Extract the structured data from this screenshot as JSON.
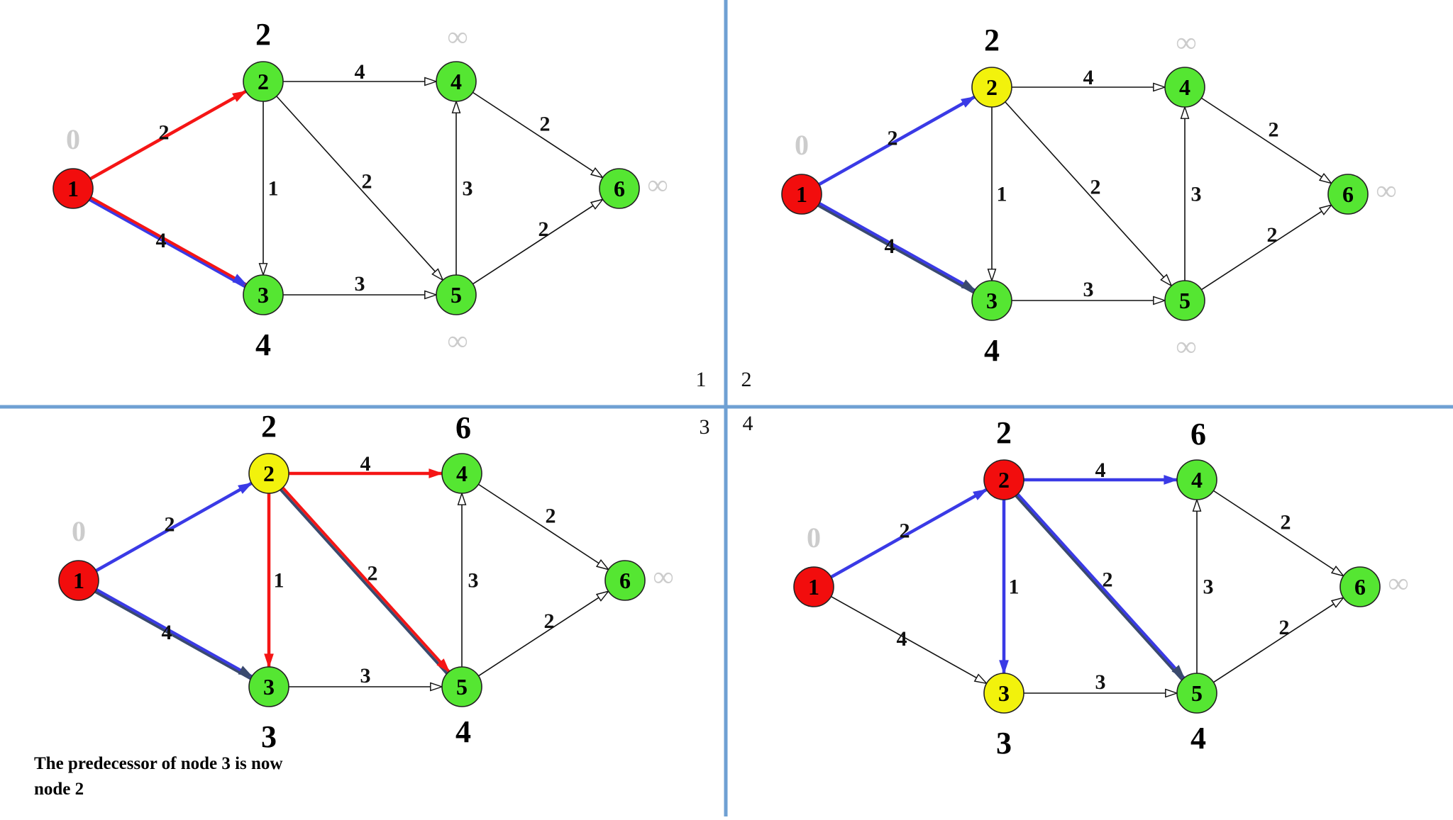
{
  "colors": {
    "background": "#ffffff",
    "divider": "#6fa0d3",
    "unvisited": "#55e632",
    "current": "#f2f20c",
    "finalized": "#f20d0d",
    "edge": "#111111",
    "relax_red": "#f51515",
    "tree_blue": "#3a3ae6",
    "tree_dark": "#3a4a6e",
    "infinity": "#cccccc"
  },
  "graph": {
    "nodes": [
      "1",
      "2",
      "3",
      "4",
      "5",
      "6"
    ],
    "edges": [
      {
        "from": "1",
        "to": "2",
        "weight": "2"
      },
      {
        "from": "1",
        "to": "3",
        "weight": "4"
      },
      {
        "from": "2",
        "to": "4",
        "weight": "4"
      },
      {
        "from": "2",
        "to": "3",
        "weight": "1"
      },
      {
        "from": "2",
        "to": "5",
        "weight": "2"
      },
      {
        "from": "3",
        "to": "5",
        "weight": "3"
      },
      {
        "from": "5",
        "to": "4",
        "weight": "3"
      },
      {
        "from": "4",
        "to": "6",
        "weight": "2"
      },
      {
        "from": "5",
        "to": "6",
        "weight": "2"
      }
    ]
  },
  "panels": [
    {
      "number": "1",
      "node_states": {
        "1": "finalized",
        "2": "unvisited",
        "3": "unvisited",
        "4": "unvisited",
        "5": "unvisited",
        "6": "unvisited"
      },
      "distances": {
        "1": "0",
        "2": "2",
        "3": "4",
        "4": "∞",
        "5": "∞",
        "6": "∞"
      },
      "edge_styles": {
        "1-2": "relax_red",
        "1-3": "red_blue"
      }
    },
    {
      "number": "2",
      "node_states": {
        "1": "finalized",
        "2": "current",
        "3": "unvisited",
        "4": "unvisited",
        "5": "unvisited",
        "6": "unvisited"
      },
      "distances": {
        "1": "0",
        "2": "2",
        "3": "4",
        "4": "∞",
        "5": "∞",
        "6": "∞"
      },
      "edge_styles": {
        "1-2": "tree_blue",
        "1-3": "blue_dark"
      }
    },
    {
      "number": "3",
      "node_states": {
        "1": "finalized",
        "2": "current",
        "3": "unvisited",
        "4": "unvisited",
        "5": "unvisited",
        "6": "unvisited"
      },
      "distances": {
        "1": "0",
        "2": "2",
        "3": "3",
        "4": "6",
        "5": "4",
        "6": "∞"
      },
      "edge_styles": {
        "1-2": "tree_blue",
        "1-3": "blue_dark",
        "2-4": "relax_red",
        "2-3": "relax_red",
        "2-5": "red_dark"
      }
    },
    {
      "number": "4",
      "node_states": {
        "1": "finalized",
        "2": "finalized",
        "3": "current",
        "4": "unvisited",
        "5": "unvisited",
        "6": "unvisited"
      },
      "distances": {
        "1": "0",
        "2": "2",
        "3": "3",
        "4": "6",
        "5": "4",
        "6": "∞"
      },
      "edge_styles": {
        "1-2": "tree_blue",
        "2-4": "tree_blue",
        "2-3": "tree_blue",
        "2-5": "blue_dark"
      }
    }
  ],
  "note": {
    "line1": "The predecessor of node 3 is now",
    "line2": "node 2"
  }
}
